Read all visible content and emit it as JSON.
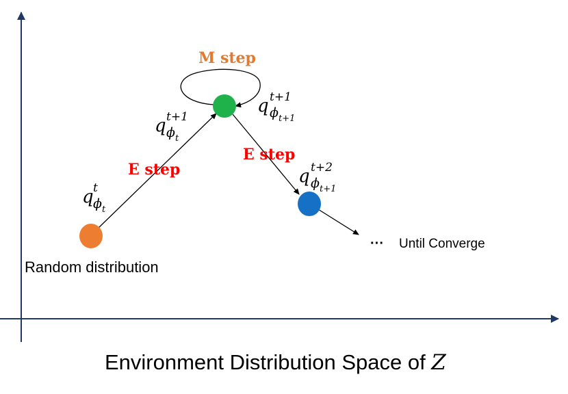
{
  "colors": {
    "axis": "#1f3864",
    "start_node": "#ed7d31",
    "middle_node": "#1fb14a",
    "end_node": "#1570c6",
    "m_step": "#e07b30",
    "e_step": "#ff0000",
    "arrow": "#000000"
  },
  "labels": {
    "m_step": "M step",
    "e_step_1": "E step",
    "e_step_2": "E step",
    "random_distribution": "Random distribution",
    "ellipsis": "···",
    "until_converge": "Until Converge",
    "axis_title_prefix": "Environment Distribution Space of ",
    "axis_title_var": "Z"
  },
  "math": {
    "q1": {
      "base": "q",
      "sup": "t",
      "sub": "ϕ",
      "subsub": "t"
    },
    "q2": {
      "base": "q",
      "sup": "t+1",
      "sub": "ϕ",
      "subsub": "t"
    },
    "q3": {
      "base": "q",
      "sup": "t+1",
      "sub": "ϕ",
      "subsub": "t+1"
    },
    "q4": {
      "base": "q",
      "sup": "t+2",
      "sub": "ϕ",
      "subsub": "t+1"
    }
  }
}
